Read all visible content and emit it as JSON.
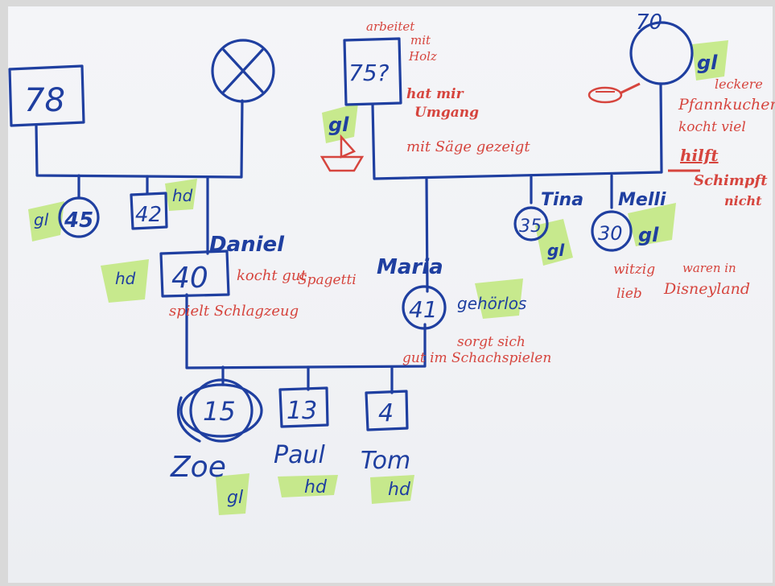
{
  "people": {
    "grandfather_left_age": "78",
    "uncle_age": "45",
    "aunt_age": "42",
    "daniel_name": "Daniel",
    "daniel_age": "40",
    "maria_name": "Maria",
    "maria_age": "41",
    "grandfather_right_age": "75?",
    "grandmother_right_age": "70",
    "tina_name": "Tina",
    "tina_age": "35",
    "melli_name": "Melli",
    "melli_age": "30",
    "zoe_name": "Zoe",
    "zoe_age": "15",
    "paul_name": "Paul",
    "paul_age": "13",
    "tom_name": "Tom",
    "tom_age": "4"
  },
  "relation_marks": {
    "uncle": "gl",
    "aunt": "hd",
    "daniel": "hd",
    "grandfather_right": "gl",
    "grandmother_right": "gl",
    "tina": "gl",
    "melli": "gl",
    "maria": "gehörlos",
    "zoe": "gl",
    "paul": "hd",
    "tom": "hd"
  },
  "notes": {
    "grandfather_right_1": "arbeitet",
    "grandfather_right_2": "mit",
    "grandfather_right_3": "Holz",
    "grandfather_right_4": "hat mir",
    "grandfather_right_5": "Umgang",
    "grandfather_right_6": "mit Säge gezeigt",
    "grandmother_1": "leckere",
    "grandmother_2": "Pfannkuchen",
    "grandmother_3": "kocht viel",
    "grandmother_4": "hilft",
    "grandmother_5": "Schimpft",
    "grandmother_6": "nicht",
    "daniel_1": "kocht gut",
    "daniel_2": "Spagetti",
    "daniel_3": "spielt Schlagzeug",
    "maria_1": "sorgt sich",
    "maria_2": "gut im Schachspielen",
    "melli_1": "witzig",
    "melli_2": "lieb",
    "melli_3": "waren in",
    "melli_4": "Disneyland"
  },
  "colors": {
    "blue": "#1f3fa0",
    "red": "#d6453e",
    "highlight": "#b8e66a"
  }
}
